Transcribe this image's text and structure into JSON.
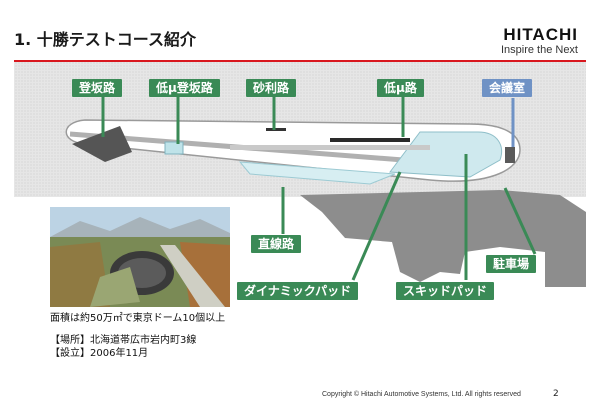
{
  "slide": {
    "title": "1. 十勝テストコース紹介",
    "logo_brand": "HITACHI",
    "logo_tagline": "Inspire the Next"
  },
  "labels": {
    "slope": "登坂路",
    "low_mu_slope": "低μ登坂路",
    "gravel": "砂利路",
    "low_mu": "低μ路",
    "meeting_room": "会議室",
    "straight": "直線路",
    "parking": "駐車場",
    "dynamic_pad": "ダイナミックパッド",
    "skid_pad": "スキッドパッド"
  },
  "captions": {
    "area": "面積は約50万㎡で東京ドーム10個以上",
    "location": "【場所】北海道帯広市岩内町3線",
    "established": "【設立】2006年11月"
  },
  "footer": {
    "copyright": "Copyright © Hitachi Automotive Systems, Ltd. All rights reserved",
    "page": "2"
  },
  "colors": {
    "label_green": "#3a8a56",
    "label_blue": "#6f92c5",
    "accent_red": "#d9171e"
  }
}
